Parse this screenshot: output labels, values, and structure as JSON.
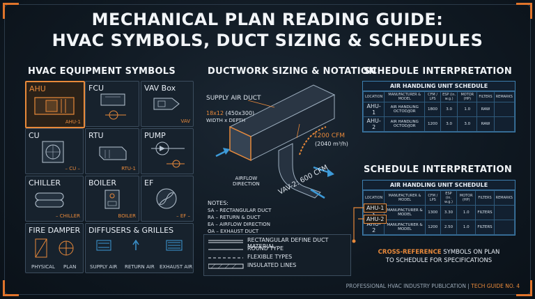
{
  "title": {
    "line1": "MECHANICAL PLAN READING GUIDE:",
    "line2": "HVAC SYMBOLS, DUCT SIZING & SCHEDULES"
  },
  "symbols": {
    "heading": "HVAC EQUIPMENT SYMBOLS",
    "ahu": {
      "label": "AHU",
      "tag": "AHU-1"
    },
    "fcu": {
      "label": "FCU"
    },
    "vav": {
      "label": "VAV Box",
      "tag": "VAV"
    },
    "cu": {
      "label": "CU",
      "tag": "– CU –"
    },
    "rtu": {
      "label": "RTU",
      "tag": "RTU-1"
    },
    "pump": {
      "label": "PUMP"
    },
    "chiller": {
      "label": "CHILLER",
      "tag": "– CHILLER"
    },
    "boiler": {
      "label": "BOILER",
      "tag": "BOILER"
    },
    "ef": {
      "label": "EF",
      "tag": "– EF –"
    },
    "fire_damper": {
      "label": "FIRE DAMPER",
      "physical": "PHYSICAL",
      "plan": "PLAN"
    },
    "diffusers": {
      "label": "DIFFUSERS & GRILLES",
      "supply": "SUPPLY AIR",
      "return": "RETURN AIR",
      "exhaust": "EXHAUST AIR"
    }
  },
  "duct": {
    "heading": "DUCTWORK SIZING & NOTATION",
    "supply_label": "SUPPLY AIR DUCT",
    "size": "18x12",
    "size_metric": "(450x300)",
    "size_desc": "WIDTH x DEPTH",
    "cfm": "1200 CFM",
    "cfm_metric": "(2040 m³/h)",
    "airflow1": "AIRFLOW",
    "airflow2": "DIRECTION",
    "vav_cfm": "VAV-2: 600 CFM",
    "notes_title": "NOTES:",
    "notes": [
      "SA – RECTANGULAR DUCT",
      "RA – RETURN & DUCT",
      "EA – AIRFLOW DIRECTION",
      "OA – EXHAUST DUCT"
    ],
    "legend": [
      "RECTANGULAR DEFINE DUCT MATERIAL",
      "ROUND TYPE",
      "FLEXIBLE TYPES",
      "INSULATED LINES"
    ]
  },
  "schedule1": {
    "heading": "SCHEDULE INTERPRETATION",
    "table_title": "AIR HANDLING UNIT SCHEDULE",
    "columns": [
      "LOCATION",
      "MANUFACTURER & MODEL",
      "CFM / LPS",
      "ESP (in. w.g.)",
      "MOTOR (HP)",
      "FILTERS",
      "REMARKS"
    ],
    "rows": [
      [
        "AHU-1",
        "AIR HANDLING OCTOD/JOR",
        "1800",
        "3.0",
        "1.0",
        "RAW",
        ""
      ],
      [
        "AHU-2",
        "AIR HANDLING OCTOD/JOR",
        "1200",
        "3.0",
        "3.0",
        "RAW",
        ""
      ]
    ]
  },
  "schedule2": {
    "heading": "SCHEDULE INTERPRETATION",
    "table_title": "AIR HANDLING UNIT SCHEDULE",
    "columns": [
      "LOCATION",
      "MANUFACTURER & MODEL",
      "CFM / LPS",
      "ESP (in. w.g.)",
      "MOTOR (HP)",
      "FILTERS",
      "REMARKS"
    ],
    "rows": [
      [
        "AHU-1",
        "MANUFACTURER & MODEL",
        "1300",
        "3.30",
        "1.0",
        "FILTERS",
        ""
      ],
      [
        "AHU-2",
        "MANUFACTURER & MODEL",
        "1200",
        "2.50",
        "1.0",
        "FILTERS",
        ""
      ]
    ]
  },
  "side_labels": [
    "AHU-1",
    "AHU-2"
  ],
  "xref": {
    "accent": "CROSS-REFERENCE",
    "line1_rest": " SYMBOLS ON PLAN",
    "line2": "TO SCHEDULE FOR SPECIFICATIONS"
  },
  "footer": {
    "publication": "PROFESSIONAL HVAC INDUSTRY PUBLICATION",
    "sep": " | ",
    "guide": "TECH GUIDE NO. 4"
  },
  "colors": {
    "accent": "#e8893a",
    "blue": "#3d9ad8"
  }
}
